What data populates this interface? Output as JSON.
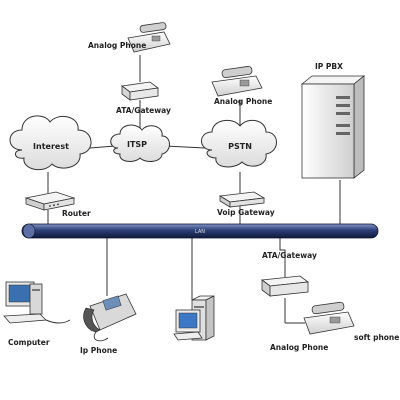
{
  "diagram": {
    "nodes": {
      "analog_phone_top": "Analog Phone",
      "ata_gateway_top": "ATA/Gateway",
      "analog_phone_mid": "Analog Phone",
      "ip_pbx": "IP PBX",
      "interest": "Interest",
      "itsp": "ITSP",
      "pstn": "PSTN",
      "router": "Router",
      "voip_gateway": "Voip Gateway",
      "lan": "LAN",
      "ata_gateway_right": "ATA/Gateway",
      "computer": "Computer",
      "ip_phone": "Ip Phone",
      "analog_phone_bottom": "Analog Phone",
      "soft_phone": "soft phone"
    },
    "colors": {
      "lan_bus": "#1f2f5c",
      "cloud_fill": "#f2f2f2",
      "device_fill": "#e6e6e6",
      "line": "#333333"
    }
  }
}
